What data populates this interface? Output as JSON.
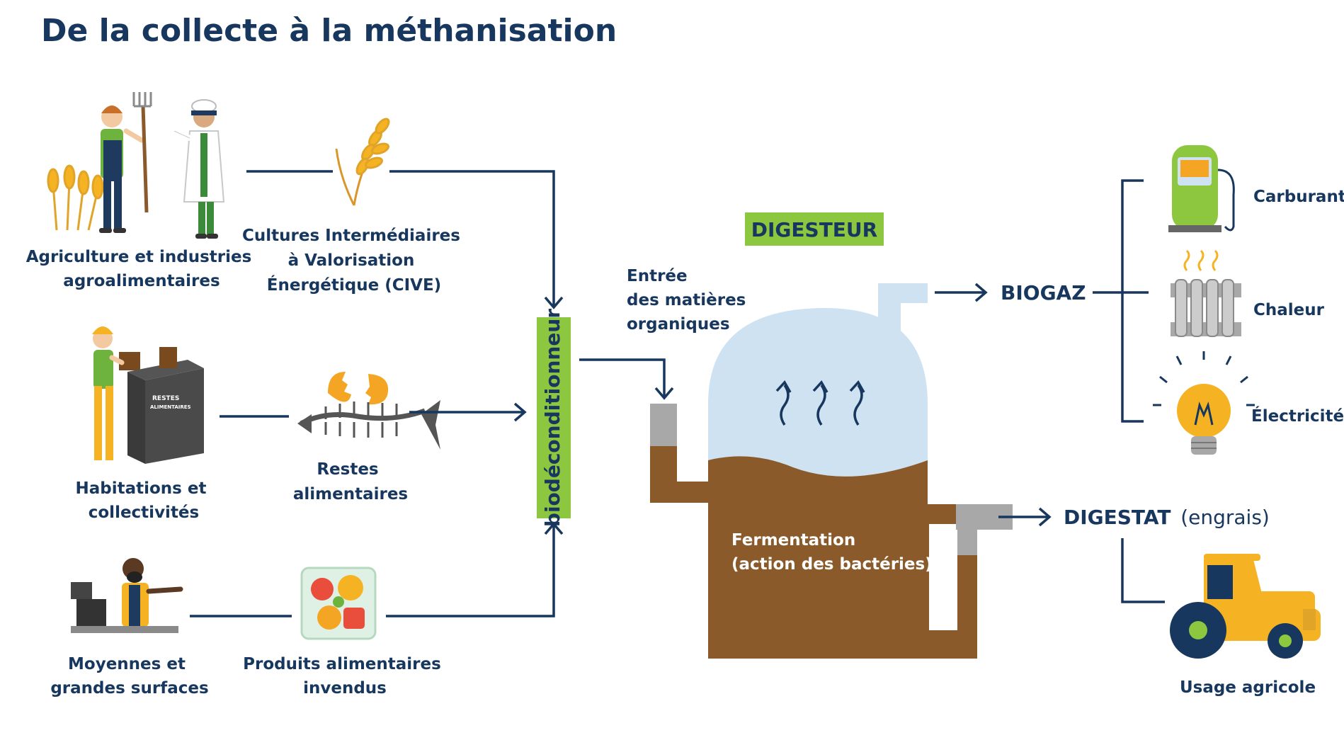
{
  "title": "De la collecte à la méthanisation",
  "sources": {
    "agriculture": [
      "Agriculture et industries",
      "agroalimentaires"
    ],
    "cive": [
      "Cultures Intermédiaires",
      "à Valorisation",
      "Énergétique (CIVE)"
    ],
    "habitations": [
      "Habitations et",
      "collectivités"
    ],
    "restes": [
      "Restes",
      "alimentaires"
    ],
    "moyennes": [
      "Moyennes et",
      "grandes surfaces"
    ],
    "produits": [
      "Produits alimentaires",
      "invendus"
    ],
    "bin_label": [
      "RESTES",
      "ALIMENTAIRES"
    ]
  },
  "biodeconditionneur": "biodéconditionneur",
  "entree": [
    "Entrée",
    "des matières",
    "organiques"
  ],
  "digesteur": "DIGESTEUR",
  "fermentation": [
    "Fermentation",
    "(action des bactéries)"
  ],
  "biogaz": "BIOGAZ",
  "outputs": {
    "carburant": "Carburant",
    "chaleur": "Chaleur",
    "electricite": "Électricité"
  },
  "digestat": {
    "main": "DIGESTAT",
    "paren": "(engrais)"
  },
  "usage": "Usage agricole",
  "colors": {
    "navy": "#17375e",
    "green": "#8dc63f",
    "brown": "#8b5a2b",
    "gas": "#cfe2f1",
    "yellow": "#f5b324",
    "grey": "#a8a8a8"
  }
}
